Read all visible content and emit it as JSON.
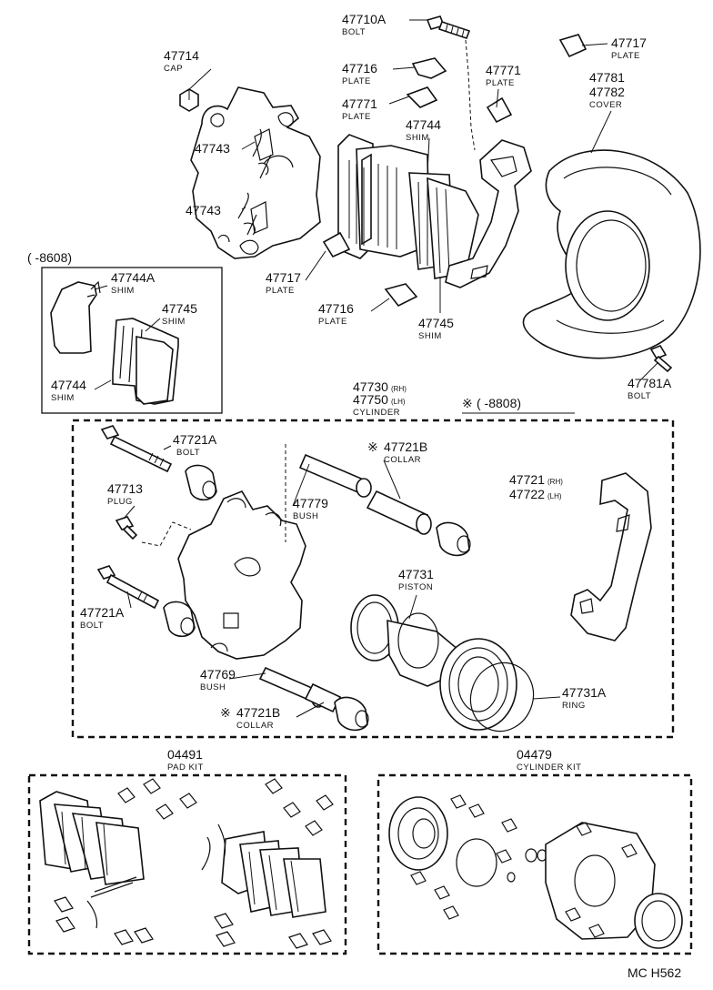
{
  "labels": {
    "p47710A": {
      "num": "47710A",
      "name": "BOLT"
    },
    "p47714": {
      "num": "47714",
      "name": "CAP"
    },
    "p47716a": {
      "num": "47716",
      "name": "PLATE"
    },
    "p47771a": {
      "num": "47771",
      "name": "PLATE"
    },
    "p47771b": {
      "num": "47771",
      "name": "PLATE"
    },
    "p47717a": {
      "num": "47717",
      "name": "PLATE"
    },
    "p47781": {
      "num1": "47781",
      "num2": "47782",
      "name": "COVER"
    },
    "p47744": {
      "num": "47744",
      "name": "SHIM"
    },
    "p47743a": {
      "num": "47743"
    },
    "p47743b": {
      "num": "47743"
    },
    "p47717b": {
      "num": "47717",
      "name": "PLATE"
    },
    "p47716b": {
      "num": "47716",
      "name": "PLATE"
    },
    "p47745": {
      "num": "47745",
      "name": "SHIM"
    },
    "p47781A": {
      "num": "47781A",
      "name": "BOLT"
    },
    "inset": {
      "range": "(    -8608)",
      "a": {
        "num": "47744A",
        "name": "SHIM"
      },
      "b": {
        "num": "47745",
        "name": "SHIM"
      },
      "c": {
        "num": "47744",
        "name": "SHIM"
      }
    },
    "cylinder": {
      "num1": "47730",
      "rh": "(RH)",
      "num2": "47750",
      "lh": "(LH)",
      "name": "CYLINDER"
    },
    "note": {
      "mark": "※",
      "range": "(    -8808)"
    },
    "p47721A_top": {
      "num": "47721A",
      "name": "BOLT"
    },
    "p47721B_top": {
      "mark": "※",
      "num": "47721B",
      "name": "COLLAR"
    },
    "p47713": {
      "num": "47713",
      "name": "PLUG"
    },
    "p47779": {
      "num": "47779",
      "name": "BUSH"
    },
    "p47721": {
      "num1": "47721",
      "rh": "(RH)",
      "num2": "47722",
      "lh": "(LH)"
    },
    "p47731": {
      "num": "47731",
      "name": "PISTON"
    },
    "p47721A_bot": {
      "num": "47721A",
      "name": "BOLT"
    },
    "p47769": {
      "num": "47769",
      "name": "BUSH"
    },
    "p47721B_bot": {
      "mark": "※",
      "num": "47721B",
      "name": "COLLAR"
    },
    "p47731A": {
      "num": "47731A",
      "name": "RING"
    },
    "padkit": {
      "num": "04491",
      "name": "PAD KIT"
    },
    "cylkit": {
      "num": "04479",
      "name": "CYLINDER KIT"
    },
    "code": "MC  H562"
  }
}
